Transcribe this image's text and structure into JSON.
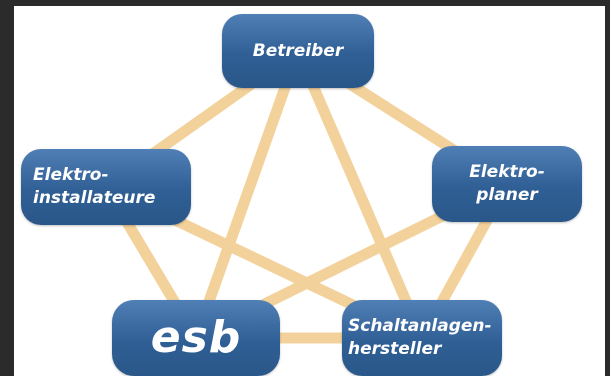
{
  "nodes": {
    "betreiber": {
      "label": "Betreiber"
    },
    "elektro_installateure": {
      "label": "Elektro-\ninstallateure"
    },
    "elektro_planer": {
      "label": "Elektro-\nplaner"
    },
    "esb": {
      "label": "esb"
    },
    "schaltanlagenhersteller": {
      "label": "Schaltanlagen-\nhersteller"
    }
  },
  "colors": {
    "node_fill": "#2f5f95",
    "node_text": "#ffffff",
    "link": "#f2c98a",
    "background": "#ffffff"
  },
  "links": [
    [
      "betreiber",
      "elektro_installateure"
    ],
    [
      "betreiber",
      "elektro_planer"
    ],
    [
      "betreiber",
      "esb"
    ],
    [
      "betreiber",
      "schaltanlagenhersteller"
    ],
    [
      "elektro_installateure",
      "esb"
    ],
    [
      "elektro_installateure",
      "schaltanlagenhersteller"
    ],
    [
      "elektro_planer",
      "esb"
    ],
    [
      "elektro_planer",
      "schaltanlagenhersteller"
    ],
    [
      "esb",
      "schaltanlagenhersteller"
    ]
  ]
}
